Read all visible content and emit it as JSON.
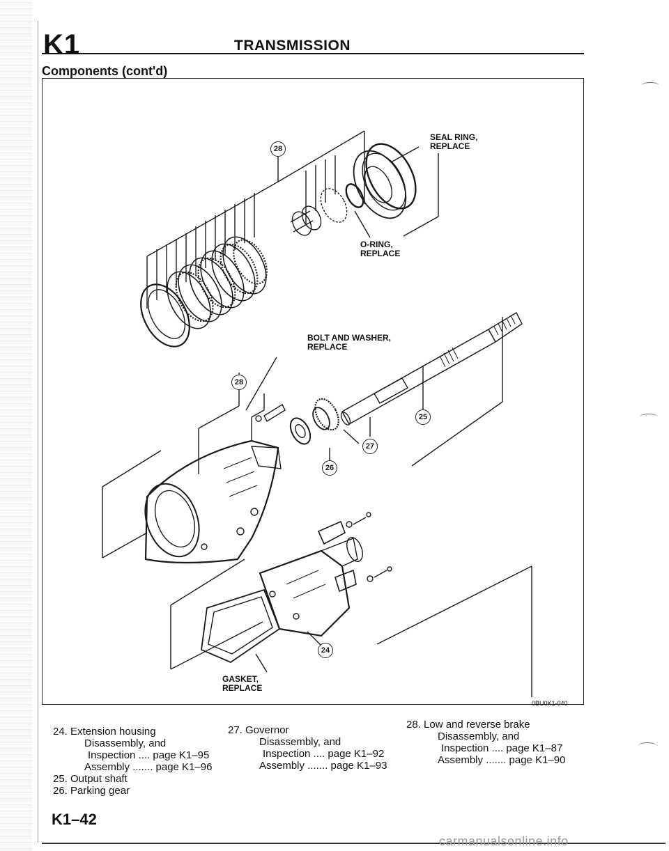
{
  "header": {
    "section_code": "K1",
    "section_title": "TRANSMISSION",
    "subheading": "Components (cont'd)"
  },
  "figure": {
    "code": "0BU0K1-040",
    "labels": {
      "seal_ring": "SEAL RING,\nREPLACE",
      "o_ring": "O-RING,\nREPLACE",
      "bolt_washer": "BOLT AND WASHER,\nREPLACE",
      "gasket": "GASKET,\nREPLACE"
    },
    "callouts": {
      "brake_top": "28",
      "brake_mid": "28",
      "output_shaft": "25",
      "governor": "27",
      "parking_gear": "26",
      "extension_housing": "24"
    }
  },
  "legend": {
    "col1": [
      "24. Extension housing",
      "Disassembly, and",
      "Inspection .... page K1–95",
      "Assembly ....... page K1–96",
      "25. Output shaft",
      "26. Parking gear"
    ],
    "col2": [
      "27. Governor",
      "Disassembly, and",
      "Inspection .... page K1–92",
      "Assembly ....... page K1–93"
    ],
    "col3": [
      "28. Low and reverse brake",
      "Disassembly, and",
      "Inspection .... page K1–87",
      "Assembly ....... page K1–90"
    ]
  },
  "footer": {
    "page_number": "K1–42",
    "watermark": "carmanualsonline.info"
  }
}
